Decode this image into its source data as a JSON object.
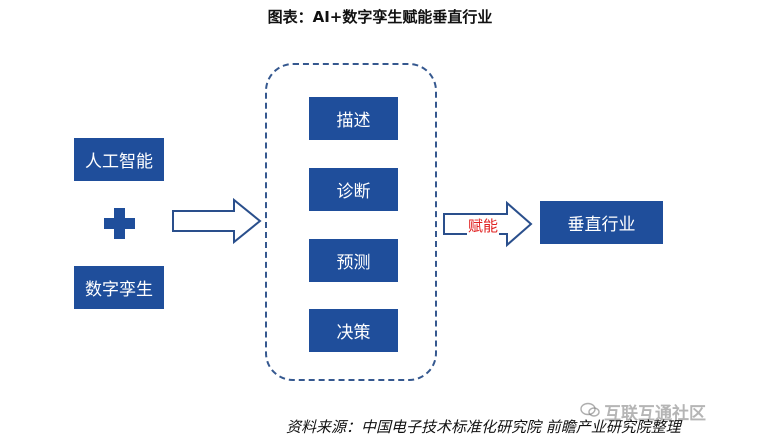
{
  "title": "图表：AI+数字孪生赋能垂直行业",
  "inputs": [
    "人工智能",
    "数字孪生"
  ],
  "stages": [
    "描述",
    "诊断",
    "预测",
    "决策"
  ],
  "enable_label": "赋能",
  "output": "垂直行业",
  "source": "资料来源：中国电子技术标准化研究院 前瞻产业研究院整理",
  "watermark": "互联互通社区",
  "colors": {
    "box": "#1f4e9b",
    "enable_text": "#e02020",
    "arrow_stroke": "#2a4f8c"
  }
}
